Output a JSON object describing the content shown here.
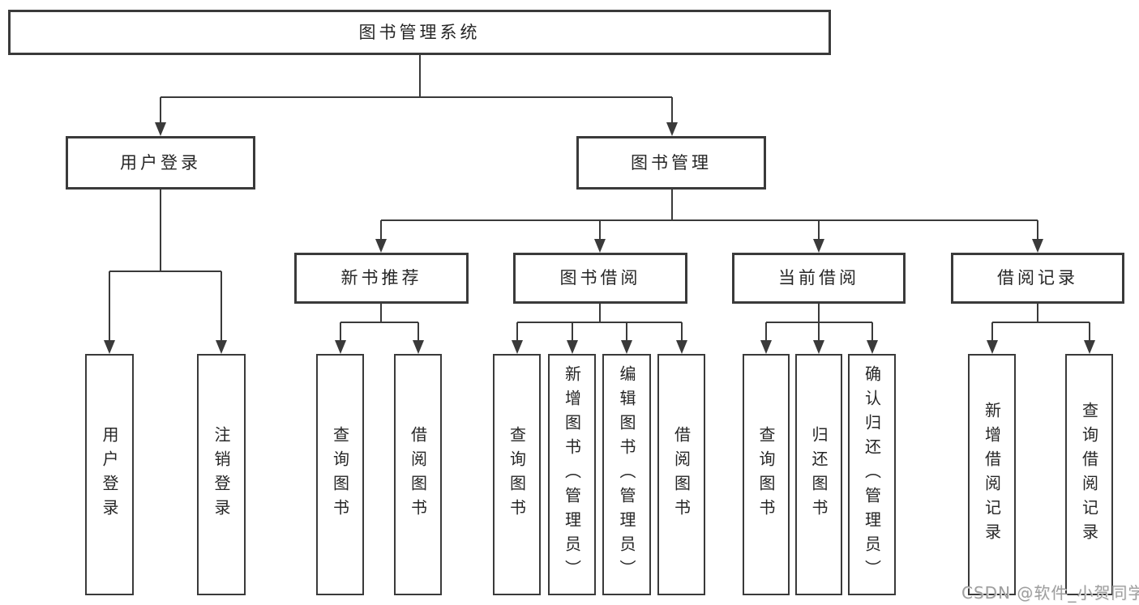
{
  "tree": {
    "root": {
      "label": "图书管理系统"
    },
    "branches": [
      {
        "label": "用户登录",
        "children": [
          "用户登录",
          "注销登录"
        ]
      },
      {
        "label": "图书管理",
        "groups": [
          {
            "label": "新书推荐",
            "children": [
              "查询图书",
              "借阅图书"
            ]
          },
          {
            "label": "图书借阅",
            "children": [
              "查询图书",
              "新增图书（管理员）",
              "编辑图书（管理员）",
              "借阅图书"
            ]
          },
          {
            "label": "当前借阅",
            "children": [
              "查询图书",
              "归还图书",
              "确认归还（管理员）"
            ]
          },
          {
            "label": "借阅记录",
            "children": [
              "新增借阅记录",
              "查询借阅记录"
            ]
          }
        ]
      }
    ]
  },
  "watermark": {
    "text": "CSDN @软件_小贺同学"
  },
  "colors": {
    "box_border": "#3a3a3a",
    "box_fill": "#ffffff",
    "text": "#262626",
    "connector": "#3a3a3a",
    "watermark_text": "#9e9e9e",
    "background": "#ffffff"
  }
}
